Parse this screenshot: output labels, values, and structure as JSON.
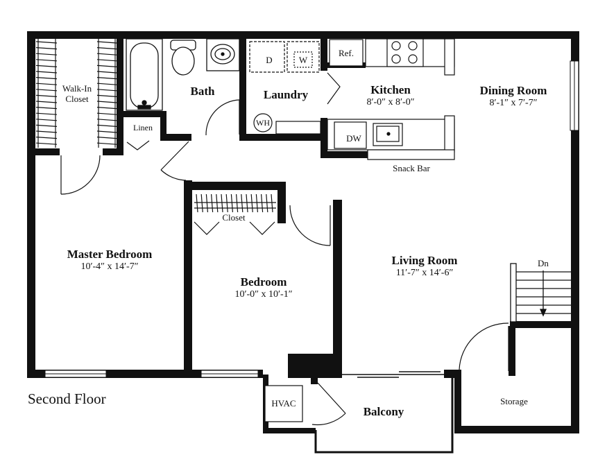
{
  "floor_label": "Second Floor",
  "rooms": {
    "walk_in_closet": {
      "name_line1": "Walk-In",
      "name_line2": "Closet"
    },
    "bath": {
      "name": "Bath"
    },
    "linen": {
      "name": "Linen"
    },
    "laundry": {
      "name": "Laundry"
    },
    "kitchen": {
      "name": "Kitchen",
      "dims": "8′-0″ x 8′-0″"
    },
    "dining_room": {
      "name": "Dining Room",
      "dims": "8′-1″ x 7′-7″"
    },
    "master_bedroom": {
      "name": "Master Bedroom",
      "dims": "10′-4″ x 14′-7″"
    },
    "bedroom": {
      "name": "Bedroom",
      "dims": "10′-0″ x 10′-1″"
    },
    "closet": {
      "name": "Closet"
    },
    "living_room": {
      "name": "Living Room",
      "dims": "11′-7″ x 14′-6″"
    },
    "balcony": {
      "name": "Balcony"
    },
    "storage": {
      "name": "Storage"
    }
  },
  "fixtures": {
    "dryer": "D",
    "washer": "W",
    "refrigerator": "Ref.",
    "water_heater": "WH",
    "dishwasher": "DW",
    "snack_bar": "Snack Bar",
    "hvac": "HVAC",
    "stairs_down": "Dn"
  }
}
